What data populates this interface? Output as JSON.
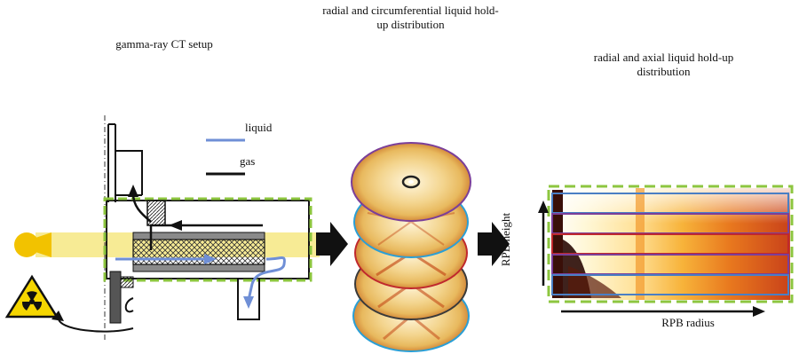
{
  "titles": {
    "setup": "gamma-ray CT setup",
    "circumferential": "radial and circumferential liquid hold-up distribution",
    "axial": "radial and axial liquid hold-up distribution"
  },
  "legend": {
    "liquid": "liquid",
    "gas": "gas",
    "liquid_color": "#6f8fd6",
    "gas_color": "#111111"
  },
  "axes": {
    "x_label": "RPB radius",
    "y_label": "RPB height"
  },
  "colors": {
    "highlight_dash": "#8dc63f",
    "beam": "#f6e98a",
    "source": "#f2c200",
    "disc_rings": [
      "#7b3f99",
      "#2a9fd6",
      "#c0282d",
      "#3a3a3a",
      "#2a9fd6"
    ],
    "band_outlines": [
      "#4a7fc4",
      "#7b3f99",
      "#c0282d",
      "#7b3f99",
      "#4a7fc4"
    ]
  }
}
